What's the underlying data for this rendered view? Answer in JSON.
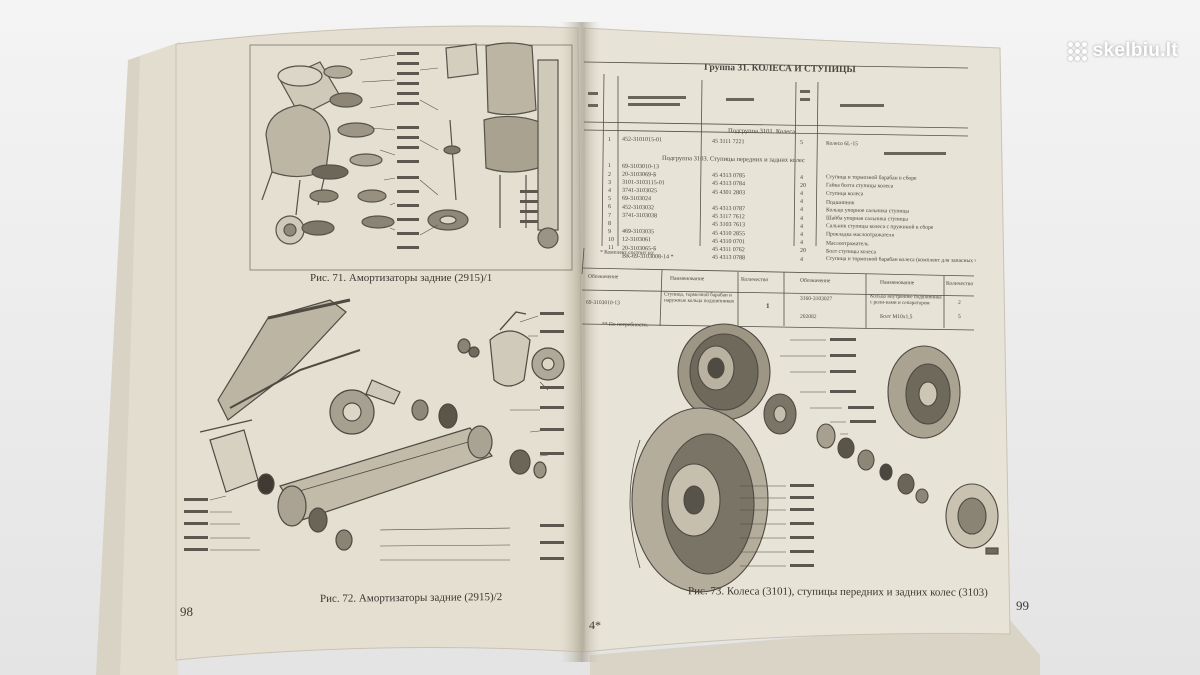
{
  "watermark": {
    "text": "skelbiu.lt",
    "icon": "dots-grid-icon"
  },
  "left_page": {
    "number": "98",
    "figure71_caption": "Рис. 71. Амортизаторы задние (2915)/1",
    "figure72_caption": "Рис. 72. Амортизаторы задние (2915)/2"
  },
  "right_page": {
    "number": "99",
    "signature_mark": "4*",
    "table_title": "Группа 31. КОЛЕСА И СТУПИЦЫ",
    "subgroup_3101": "Подгруппа 3101. Колеса",
    "subgroup_3103": "Подгруппа 3103. Ступицы передних и задних колес",
    "rows": [
      {
        "pos": "1",
        "number": "452-3101015-01",
        "code": "45 3111 7221",
        "qty": "5",
        "name": "Колесо 6L-15"
      },
      {
        "pos": "1",
        "number": "69-3103010-13",
        "code": "",
        "qty": "",
        "name": ""
      },
      {
        "pos": "2",
        "number": "20-3103069-Б",
        "code": "45 4313 0785",
        "qty": "4",
        "name": "Ступица и тормозной барабан в сборе"
      },
      {
        "pos": "3",
        "number": "3101-3103115-01",
        "code": "45 4313 0784",
        "qty": "20",
        "name": "Гайка болта ступицы колеса"
      },
      {
        "pos": "4",
        "number": "3741-3103025",
        "code": "45 4301 2803",
        "qty": "4",
        "name": "Ступица колеса"
      },
      {
        "pos": "5",
        "number": "69-3103024",
        "code": "",
        "qty": "4",
        "name": "Подшипник"
      },
      {
        "pos": "6",
        "number": "452-3103032",
        "code": "45 4313 0787",
        "qty": "4",
        "name": "Кольцо упорное сальника ступицы"
      },
      {
        "pos": "7",
        "number": "3741-3103038",
        "code": "45 3117 7612",
        "qty": "4",
        "name": "Шайба упорная сальника ступицы"
      },
      {
        "pos": "8",
        "number": "",
        "code": "45 3103 7613",
        "qty": "4",
        "name": "Сальник ступицы колеса с пружиной в сборе"
      },
      {
        "pos": "9",
        "number": "469-3103035",
        "code": "45 4310 2855",
        "qty": "4",
        "name": "Прокладка маслоотражателя"
      },
      {
        "pos": "10",
        "number": "12-3103061",
        "code": "45 4310 0701",
        "qty": "4",
        "name": "Маслоотражатель"
      },
      {
        "pos": "11",
        "number": "20-3103065-Б",
        "code": "45 4311 0762",
        "qty": "20",
        "name": "Болт ступицы колеса"
      },
      {
        "pos": "",
        "number": "ВК-69-3103008-14 *",
        "code": "45 4313 0788",
        "qty": "4",
        "name": "Ступица и тормозной барабан колеса (комплект для запасных частей)"
      }
    ],
    "footnote_1": "* Комплект состоит из:",
    "footnote_2": "** По потребности.",
    "kit_headers": [
      "Обозначение",
      "Наименование",
      "Количество",
      "Обозначение",
      "Наименование",
      "Количество"
    ],
    "kit_row": {
      "number": "69-3103010-13",
      "name": "Ступица, тормозной барабан и наружные кольца подшипников",
      "qty": "1",
      "part_a": "3160-3103027",
      "part_a_name": "Кольцо внутреннее подшипника с роли-ками и сепаратором",
      "part_a_qty": "2",
      "part_b": "202082",
      "part_b_name": "Болт М10х1,5",
      "part_b_qty": "5"
    },
    "figure73_caption": "Рис. 73. Колеса (3101), ступицы передних и задних колес (3103)"
  }
}
